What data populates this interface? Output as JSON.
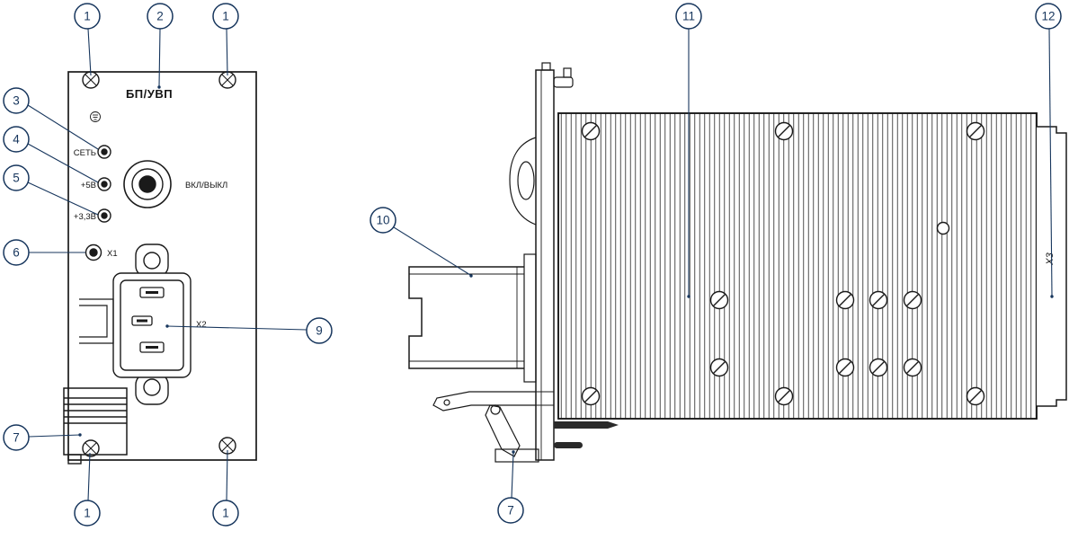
{
  "drawing": {
    "front_view": {
      "panel_title": "БП/УВП",
      "indicators": [
        {
          "label": "СЕТЬ"
        },
        {
          "label": "+5В"
        },
        {
          "label": "+3,3В"
        }
      ],
      "switch_label": "ВКЛ/ВЫКЛ",
      "connector_x1_label": "X1",
      "connector_x2_label": "X2"
    },
    "side_view": {
      "connector_x3_label": "X3"
    },
    "callouts": [
      {
        "label": "1"
      },
      {
        "label": "2"
      },
      {
        "label": "1"
      },
      {
        "label": "3"
      },
      {
        "label": "4"
      },
      {
        "label": "5"
      },
      {
        "label": "6"
      },
      {
        "label": "7"
      },
      {
        "label": "9"
      },
      {
        "label": "1"
      },
      {
        "label": "1"
      },
      {
        "label": "10"
      },
      {
        "label": "11"
      },
      {
        "label": "12"
      },
      {
        "label": "7"
      }
    ],
    "colors": {
      "callout": "#17365d",
      "line": "#1a1a1a",
      "background": "#ffffff"
    }
  }
}
